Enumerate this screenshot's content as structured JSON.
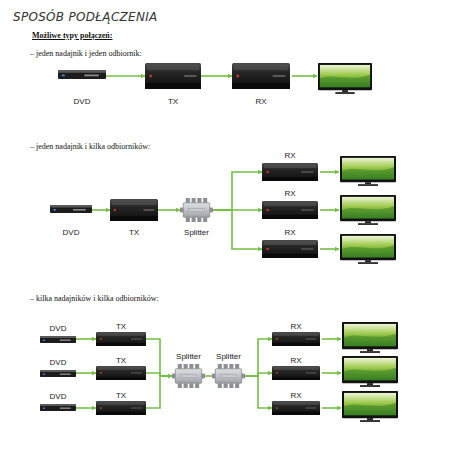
{
  "diagram": {
    "title": "SPOSÓB PODŁĄCZENIA",
    "nodes": [
      {
        "text": [
          "DVD"
        ]
      },
      {
        "text": [
          "TX"
        ]
      },
      {
        "text": [
          "RX"
        ]
      },
      {
        "text": [
          "DVD"
        ]
      },
      {
        "text": [
          "TX"
        ]
      },
      {
        "text": [
          "Splitter"
        ]
      },
      {
        "text": [
          "RX"
        ]
      },
      {
        "text": [
          "RX"
        ]
      },
      {
        "text": [
          "RX"
        ]
      },
      {
        "text": [
          "DVD"
        ]
      },
      {
        "text": [
          "DVD"
        ]
      },
      {
        "text": [
          "DVD"
        ]
      },
      {
        "text": [
          "TX"
        ]
      },
      {
        "text": [
          "TX"
        ]
      },
      {
        "text": [
          "TX"
        ]
      },
      {
        "text": [
          "Splitter"
        ]
      },
      {
        "text": [
          "Splitter"
        ]
      },
      {
        "text": [
          "RX"
        ]
      },
      {
        "text": [
          "RX"
        ]
      },
      {
        "text": [
          "RX"
        ]
      }
    ],
    "edges": [
      {
        "from": 0,
        "to": 1,
        "arrow": "to"
      },
      {
        "from": 1,
        "to": 2,
        "arrow": "to"
      },
      {
        "from": 3,
        "to": 4,
        "arrow": "to"
      },
      {
        "from": 4,
        "to": 5,
        "arrow": "to"
      },
      {
        "from": 5,
        "to": 6,
        "arrow": "to"
      },
      {
        "from": 5,
        "to": 7,
        "arrow": "to"
      },
      {
        "from": 5,
        "to": 8,
        "arrow": "to"
      },
      {
        "from": 9,
        "to": 12,
        "arrow": "to"
      },
      {
        "from": 10,
        "to": 13,
        "arrow": "to"
      },
      {
        "from": 11,
        "to": 14,
        "arrow": "to"
      },
      {
        "from": 12,
        "to": 15,
        "arrow": "to"
      },
      {
        "from": 13,
        "to": 15,
        "arrow": "to"
      },
      {
        "from": 14,
        "to": 15,
        "arrow": "to"
      },
      {
        "from": 15,
        "to": 16,
        "arrow": "none"
      },
      {
        "from": 16,
        "to": 17,
        "arrow": "to"
      },
      {
        "from": 16,
        "to": 18,
        "arrow": "to"
      },
      {
        "from": 16,
        "to": 19,
        "arrow": "to"
      }
    ],
    "labels": [
      "Możliwe typy połączeń:",
      "– jeden nadajnik i jeden odbiornik:",
      "– jeden nadajnik i kilka odbiorników:",
      "– kilka nadajników i kilka odbiorników:"
    ]
  }
}
